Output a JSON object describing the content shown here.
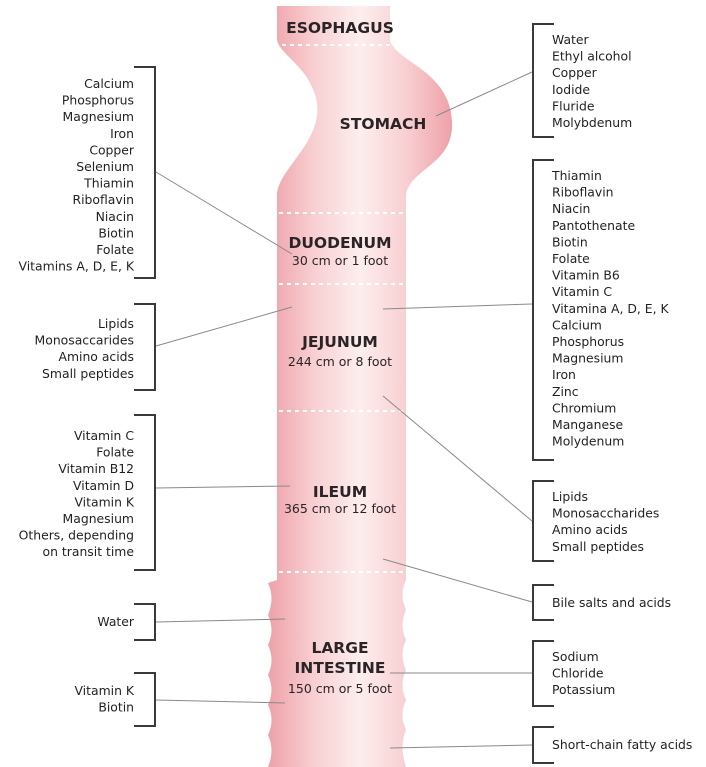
{
  "regions": {
    "esophagus": {
      "title": "ESOPHAGUS"
    },
    "stomach": {
      "title": "STOMACH"
    },
    "duodenum": {
      "title": "DUODENUM",
      "length": "30 cm or 1 foot"
    },
    "jejunum": {
      "title": "JEJUNUM",
      "length": "244 cm or 8 foot"
    },
    "ileum": {
      "title": "ILEUM",
      "length": "365 cm or 12 foot"
    },
    "large_intestine": {
      "title_line1": "LARGE",
      "title_line2": "INTESTINE",
      "length": "150 cm or 5 foot"
    }
  },
  "left_groups": {
    "duodenum": [
      "Calcium",
      "Phosphorus",
      "Magnesium",
      "Iron",
      "Copper",
      "Selenium",
      "Thiamin",
      "Riboflavin",
      "Niacin",
      "Biotin",
      "Folate",
      "Vitamins A, D, E, K"
    ],
    "jejunum": [
      "Lipids",
      "Monosaccarides",
      "Amino acids",
      "Small peptides"
    ],
    "ileum": [
      "Vitamin C",
      "Folate",
      "Vitamin B12",
      "Vitamin D",
      "Vitamin K",
      "Magnesium",
      "Others, depending",
      "on transit time"
    ],
    "large_water": [
      "Water"
    ],
    "large_vitamins": [
      "Vitamin K",
      "Biotin"
    ]
  },
  "right_groups": {
    "stomach": [
      "Water",
      "Ethyl alcohol",
      "Copper",
      "Iodide",
      "Fluride",
      "Molybdenum"
    ],
    "jejunum": [
      "Thiamin",
      "Riboflavin",
      "Niacin",
      "Pantothenate",
      "Biotin",
      "Folate",
      "Vitamin B6",
      "Vitamin C",
      "Vitamina A, D, E, K",
      "Calcium",
      "Phosphorus",
      "Magnesium",
      "Iron",
      "Zinc",
      "Chromium",
      "Manganese",
      "Molydenum"
    ],
    "jejunum_ileum": [
      "Lipids",
      "Monosaccharides",
      "Amino acids",
      "Small peptides"
    ],
    "ileum_bile": [
      "Bile salts and acids"
    ],
    "large_electrolytes": [
      "Sodium",
      "Chloride",
      "Potassium"
    ],
    "large_scfa": [
      "Short-chain fatty acids"
    ]
  },
  "colors": {
    "tube_edge": "#f0a5ab",
    "tube_center": "#fde9ea",
    "bracket": "#3a3a3a",
    "leader": "#8a8a8a",
    "text": "#231f20"
  }
}
